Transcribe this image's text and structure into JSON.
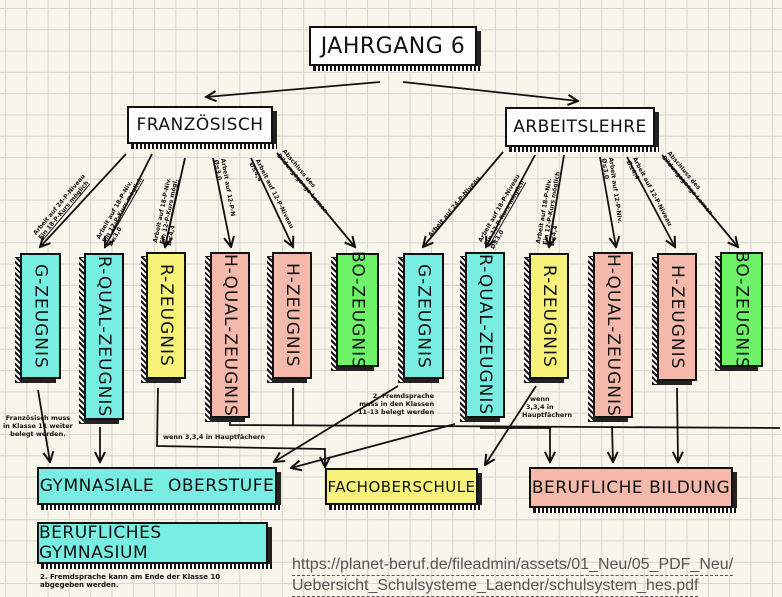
{
  "diagram": {
    "root": "JAHRGANG 6",
    "branches": [
      {
        "label": "FRANZÖSISCH",
        "edges": [
          {
            "note": "Arbeit auf 24-P-Niveau / Ein 18-P-Kurs möglich",
            "target": "G-ZEUGNIS"
          },
          {
            "note": "Arbeit auf 18-P-Niv. / Ein 12-P-Kurs möglich / Ø≤3,0",
            "target": "R-QUAL-ZEUGNIS"
          },
          {
            "note": "Arbeit auf 18-P-Niv. / Ein 12-P-Kurs mögl. / Ø≤4,4",
            "target": "R-ZEUGNIS"
          },
          {
            "note": "Arbeit auf 12-P-N / Ø≤3,0",
            "target": "H-QUAL-ZEUGNIS"
          },
          {
            "note": "Arbeit auf 12-P-Niveau / Ø≤4,4",
            "target": "H-ZEUGNIS"
          },
          {
            "note": "Abschluss des Bildungsgangs Lernen",
            "target": "BO-ZEUGNIS"
          }
        ]
      },
      {
        "label": "ARBEITSLEHRE",
        "edges": [
          {
            "note": "Arbeit auf 24-P-Niveau",
            "target": "G-ZEUGNIS"
          },
          {
            "note": "Arbeit auf 18-P-Niveau / Ein 12-P-Kurs möglich / Ø≤3,0",
            "target": "R-QUAL-ZEUGNIS"
          },
          {
            "note": "Arbeit auf 18-P-Niv. / Ein 12-P-Kurs möglich / Ø≤4,4",
            "target": "R-ZEUGNIS"
          },
          {
            "note": "Arbeit auf 12-P-Niv. / Ø≤3,0",
            "target": "H-QUAL-ZEUGNIS"
          },
          {
            "note": "Arbeit auf 12-P-Niveau / Ø≤4,4",
            "target": "H-ZEUGNIS"
          },
          {
            "note": "Abschluss des Bildungsgangs Lernen",
            "target": "BO-ZEUGNIS"
          }
        ]
      }
    ],
    "certificates": {
      "g": "G-ZEUGNIS",
      "rqual": "R-QUAL-ZEUGNIS",
      "r": "R-ZEUGNIS",
      "hqual": "H-QUAL-ZEUGNIS",
      "h": "H-ZEUGNIS",
      "bo": "BO-ZEUGNIS"
    },
    "outcomes": {
      "gymnasiale_oberstufe": "GYMNASIALE OBERSTUFE",
      "fachoberschule": "FACHOBERSCHULE",
      "berufliche_bildung": "BERUFLICHE BILDUNG",
      "berufliches_gymnasium": "BERUFLICHES GYMNASIUM"
    },
    "notes": {
      "franz_klasse11_line1": "Französisch muss",
      "franz_klasse11_line2": "in Klasse 11 weiter",
      "franz_klasse11_line3": "belegt werden.",
      "hauptfaecher_left": "wenn 3,3,4 in Hauptfächern",
      "fremdsprache_line1": "2. Fremdsprache",
      "fremdsprache_line2": "muss in den Klassen",
      "fremdsprache_line3": "11-13 belegt werden",
      "hauptfaecher_right_line1": "wenn",
      "hauptfaecher_right_line2": "3,3,4 in",
      "hauptfaecher_right_line3": "Hauptfächern",
      "abgeben_line1": "2. Fremdsprache kann am Ende der Klasse 10",
      "abgeben_line2": "abgegeben werden."
    },
    "edge_labels": {
      "f1a": "Arbeit auf 24-P-Niveau",
      "f1b": "Ein 18-P-Kurs möglich",
      "f2a": "Arbeit auf 18-P-Niv.",
      "f2b": "Ein 12-P-Kurs möglich",
      "f2c": "Ø≤3,0",
      "f3a": "Arbeit auf 18-P-Niv.",
      "f3b": "Ein 12-P-Kurs mögl.",
      "f3c": "Ø≤4,4",
      "f4a": "Arbeit auf 12-P-N",
      "f4b": "Ø≤3,0",
      "f5a": "Arbeit auf 12-P-Niveau",
      "f5b": "Ø≤4,4",
      "f6a": "Abschluss des",
      "f6b": "Bildungsgangs Lernen",
      "a1a": "Arbeit auf 24-P-Niveau",
      "a2a": "Arbeit auf 18-P-Niveau",
      "a2b": "Ein 12-P-Kurs möglich",
      "a2c": "Ø≤3,0",
      "a3a": "Arbeit auf 18-P-Niv.",
      "a3b": "Ein 12-P-Kurs möglich",
      "a3c": "Ø≤4,4",
      "a4a": "Arbeit auf 12-P-Niv.",
      "a4b": "Ø≤3,0",
      "a5a": "Arbeit auf 12-P-Niveau",
      "a5b": "Ø≤4,4",
      "a6a": "Abschluss des",
      "a6b": "Bildungsgangs Lernen"
    },
    "colors": {
      "cyan": "#78eee2",
      "yellow": "#f6f27a",
      "pink": "#f4b9ab",
      "green": "#6ef268",
      "paper": "#f8f6ea"
    }
  },
  "source": {
    "url_line1": "https://planet-beruf.de/fileadmin/assets/01_Neu/05_PDF_Neu/",
    "url_line2": "Uebersicht_Schulsysteme_Laender/schulsystem_hes.pdf"
  }
}
